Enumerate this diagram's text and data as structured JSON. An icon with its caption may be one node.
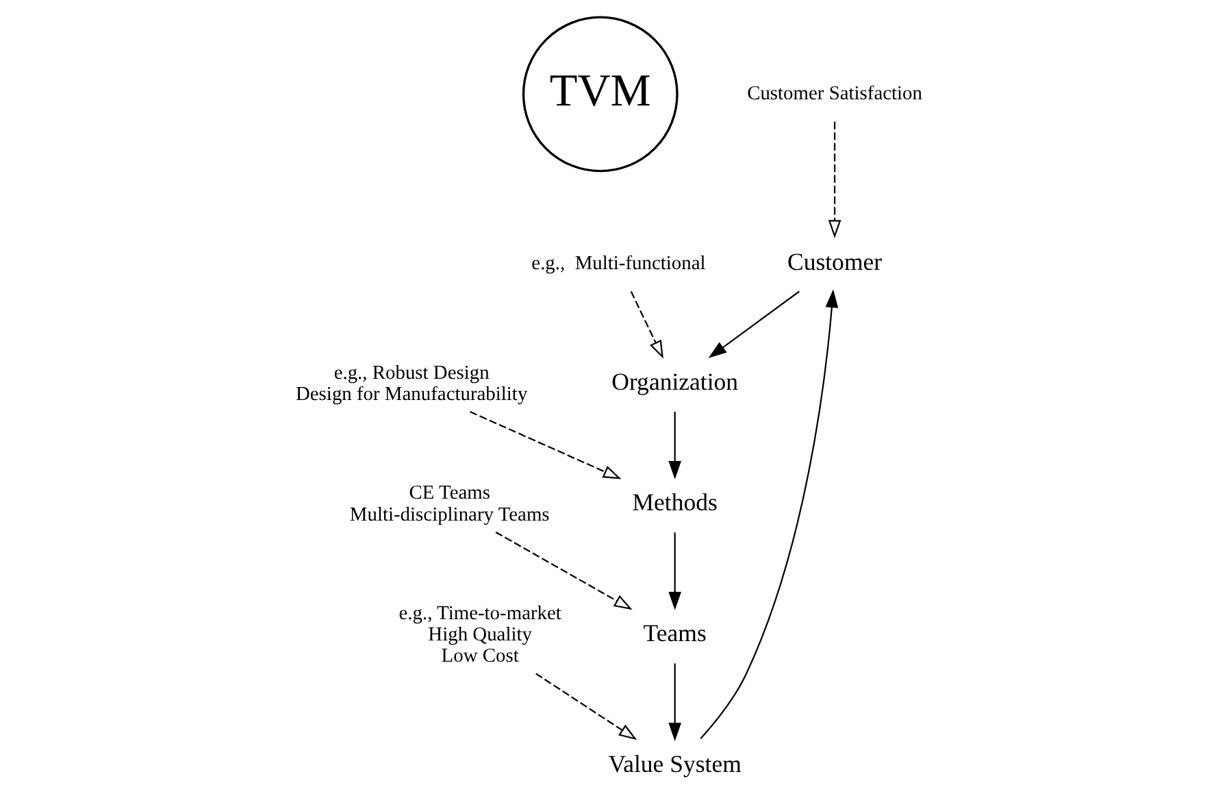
{
  "diagram": {
    "nodes": [
      {
        "text": [
          "TVM"
        ]
      },
      {
        "text": [
          "Customer"
        ]
      },
      {
        "text": [
          "Organization"
        ]
      },
      {
        "text": [
          "Methods"
        ]
      },
      {
        "text": [
          "Teams"
        ]
      },
      {
        "text": [
          "Value System"
        ]
      },
      {
        "text": [
          "Customer Satisfaction"
        ]
      },
      {
        "text": [
          "e.g.,  Multi-functional"
        ]
      },
      {
        "text": [
          "e.g., Robust Design",
          "Design for Manufacturability"
        ]
      },
      {
        "text": [
          "CE Teams",
          "Multi-disciplinary Teams"
        ]
      },
      {
        "text": [
          "e.g., Time-to-market",
          "High Quality",
          "Low Cost"
        ]
      }
    ],
    "edges": [
      {
        "from": 5,
        "to": 1,
        "arrow": "to"
      },
      {
        "from": 1,
        "to": 2,
        "arrow": "to"
      },
      {
        "from": 2,
        "to": 3,
        "arrow": "to"
      },
      {
        "from": 3,
        "to": 4,
        "arrow": "to"
      },
      {
        "from": 4,
        "to": 5,
        "arrow": "to"
      },
      {
        "from": 6,
        "to": 1,
        "arrow": "to",
        "style": "dashed"
      },
      {
        "from": 7,
        "to": 2,
        "arrow": "to",
        "style": "dashed"
      },
      {
        "from": 8,
        "to": 3,
        "arrow": "to",
        "style": "dashed"
      },
      {
        "from": 9,
        "to": 4,
        "arrow": "to",
        "style": "dashed"
      },
      {
        "from": 10,
        "to": 5,
        "arrow": "to",
        "style": "dashed"
      }
    ]
  }
}
